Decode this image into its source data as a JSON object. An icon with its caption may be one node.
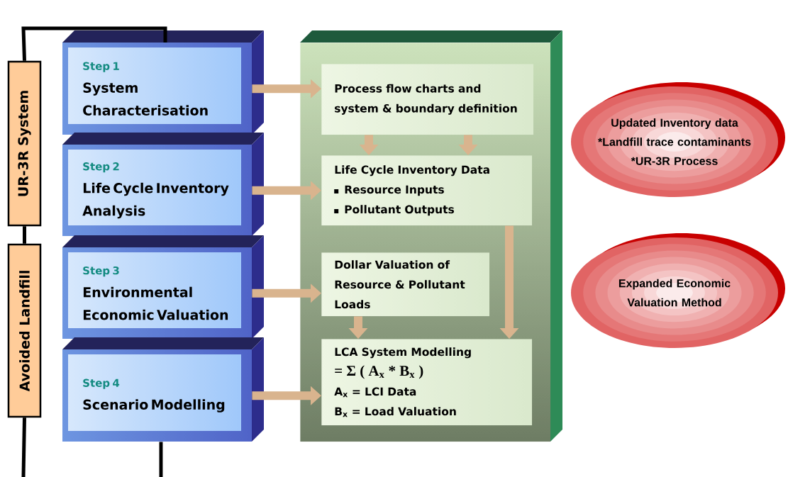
{
  "diagram": {
    "nodes": [
      {
        "text": [
          "UR-3R System"
        ]
      },
      {
        "text": [
          "Avoided Landfill"
        ]
      },
      {
        "text": [
          "Step 1",
          "System Characterisation"
        ]
      },
      {
        "text": [
          "Step 2",
          "Life Cycle Inventory Analysis"
        ]
      },
      {
        "text": [
          "Step 3",
          "Environmental Economic Valuation"
        ]
      },
      {
        "text": [
          "Step 4",
          "Scenario Modelling"
        ]
      },
      {
        "text": [],
        "shape": "box"
      },
      {
        "text": [
          "Process flow charts and system & boundary definition"
        ],
        "in": 6
      },
      {
        "text": [
          "Life Cycle Inventory Data",
          "Resource Inputs",
          "Pollutant Outputs"
        ],
        "in": 6
      },
      {
        "text": [
          "Dollar Valuation of Resource & Pollutant Loads"
        ],
        "in": 6
      },
      {
        "text": [
          "LCA System Modelling",
          "= Σ ( A$_{x}$ * B$_{x}$ )",
          "A$_{x}$ = LCI Data",
          "B$_{x}$ = Load Valuation"
        ],
        "in": 6
      },
      {
        "text": [
          "Updated Inventory data",
          "*Landfill trace contaminants",
          "*UR-3R Process"
        ]
      },
      {
        "text": [
          "Expanded Economic Valuation Method"
        ]
      }
    ],
    "edges": [
      {
        "from": 0,
        "to": 2,
        "arrow": "none",
        "color": "#000000"
      },
      {
        "from": 0,
        "to": 1,
        "arrow": "none",
        "color": "#000000"
      },
      {
        "from": 1,
        "to": null,
        "arrow": "none",
        "color": "#000000"
      },
      {
        "from": 5,
        "to": null,
        "arrow": "none",
        "color": "#000000"
      },
      {
        "from": 2,
        "to": 7,
        "arrow": "to"
      },
      {
        "from": 3,
        "to": 8,
        "arrow": "to"
      },
      {
        "from": 4,
        "to": 9,
        "arrow": "to"
      },
      {
        "from": 5,
        "to": 10,
        "arrow": "to"
      },
      {
        "from": 7,
        "to": 8,
        "arrow": "to"
      },
      {
        "from": 7,
        "to": 8,
        "arrow": "to"
      },
      {
        "from": 8,
        "to": 10,
        "arrow": "to"
      },
      {
        "from": 9,
        "to": 10,
        "arrow": "to"
      }
    ]
  }
}
